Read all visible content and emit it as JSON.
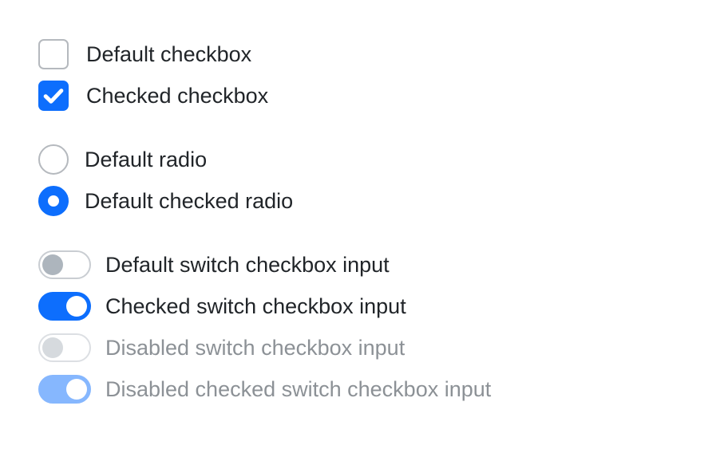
{
  "theme": {
    "accent": "#0d6efd",
    "accent_muted": "#86b7fe",
    "text": "#212529",
    "text_disabled": "#8c9196",
    "border": "#b5b9be",
    "knob": "#adb5bd",
    "background": "#ffffff"
  },
  "groups": [
    {
      "name": "checkboxes",
      "rows": [
        {
          "type": "checkbox",
          "label": "Default checkbox",
          "checked": false,
          "disabled": false
        },
        {
          "type": "checkbox",
          "label": "Checked checkbox",
          "checked": true,
          "disabled": false
        }
      ]
    },
    {
      "name": "radios",
      "rows": [
        {
          "type": "radio",
          "label": "Default radio",
          "checked": false,
          "disabled": false
        },
        {
          "type": "radio",
          "label": "Default checked radio",
          "checked": true,
          "disabled": false
        }
      ]
    },
    {
      "name": "switches",
      "rows": [
        {
          "type": "switch",
          "label": "Default switch checkbox input",
          "checked": false,
          "disabled": false
        },
        {
          "type": "switch",
          "label": "Checked switch checkbox input",
          "checked": true,
          "disabled": false
        },
        {
          "type": "switch",
          "label": "Disabled switch checkbox input",
          "checked": false,
          "disabled": true
        },
        {
          "type": "switch",
          "label": "Disabled checked switch checkbox input",
          "checked": true,
          "disabled": true
        }
      ]
    }
  ]
}
